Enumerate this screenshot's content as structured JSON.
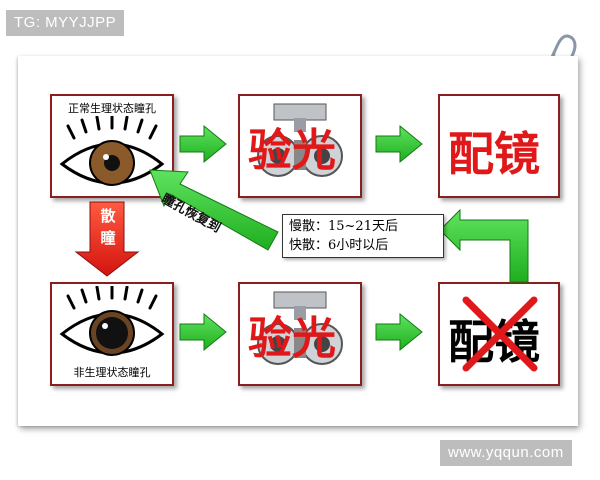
{
  "watermark_top": "TG: MYYJJPP",
  "watermark_bottom": "www.yqqun.com",
  "top_row": {
    "eye_label": "正常生理状态瞳孔",
    "optometry_text": "验光",
    "glasses_text": "配镜"
  },
  "bottom_row": {
    "eye_label": "非生理状态瞳孔",
    "optometry_text": "验光",
    "glasses_text": "配镜"
  },
  "dilate_arrow_text": [
    "散",
    "瞳"
  ],
  "recovery_arrow_text": "瞳孔恢复到",
  "recovery_note": {
    "slow": "慢散：15~21天后",
    "fast": "快散：6小时以后"
  },
  "colors": {
    "accent_red": "#e0181a",
    "box_border": "#8b1e1e",
    "arrow_green": "#33cc33",
    "arrow_green_dark": "#1e8c1e"
  }
}
